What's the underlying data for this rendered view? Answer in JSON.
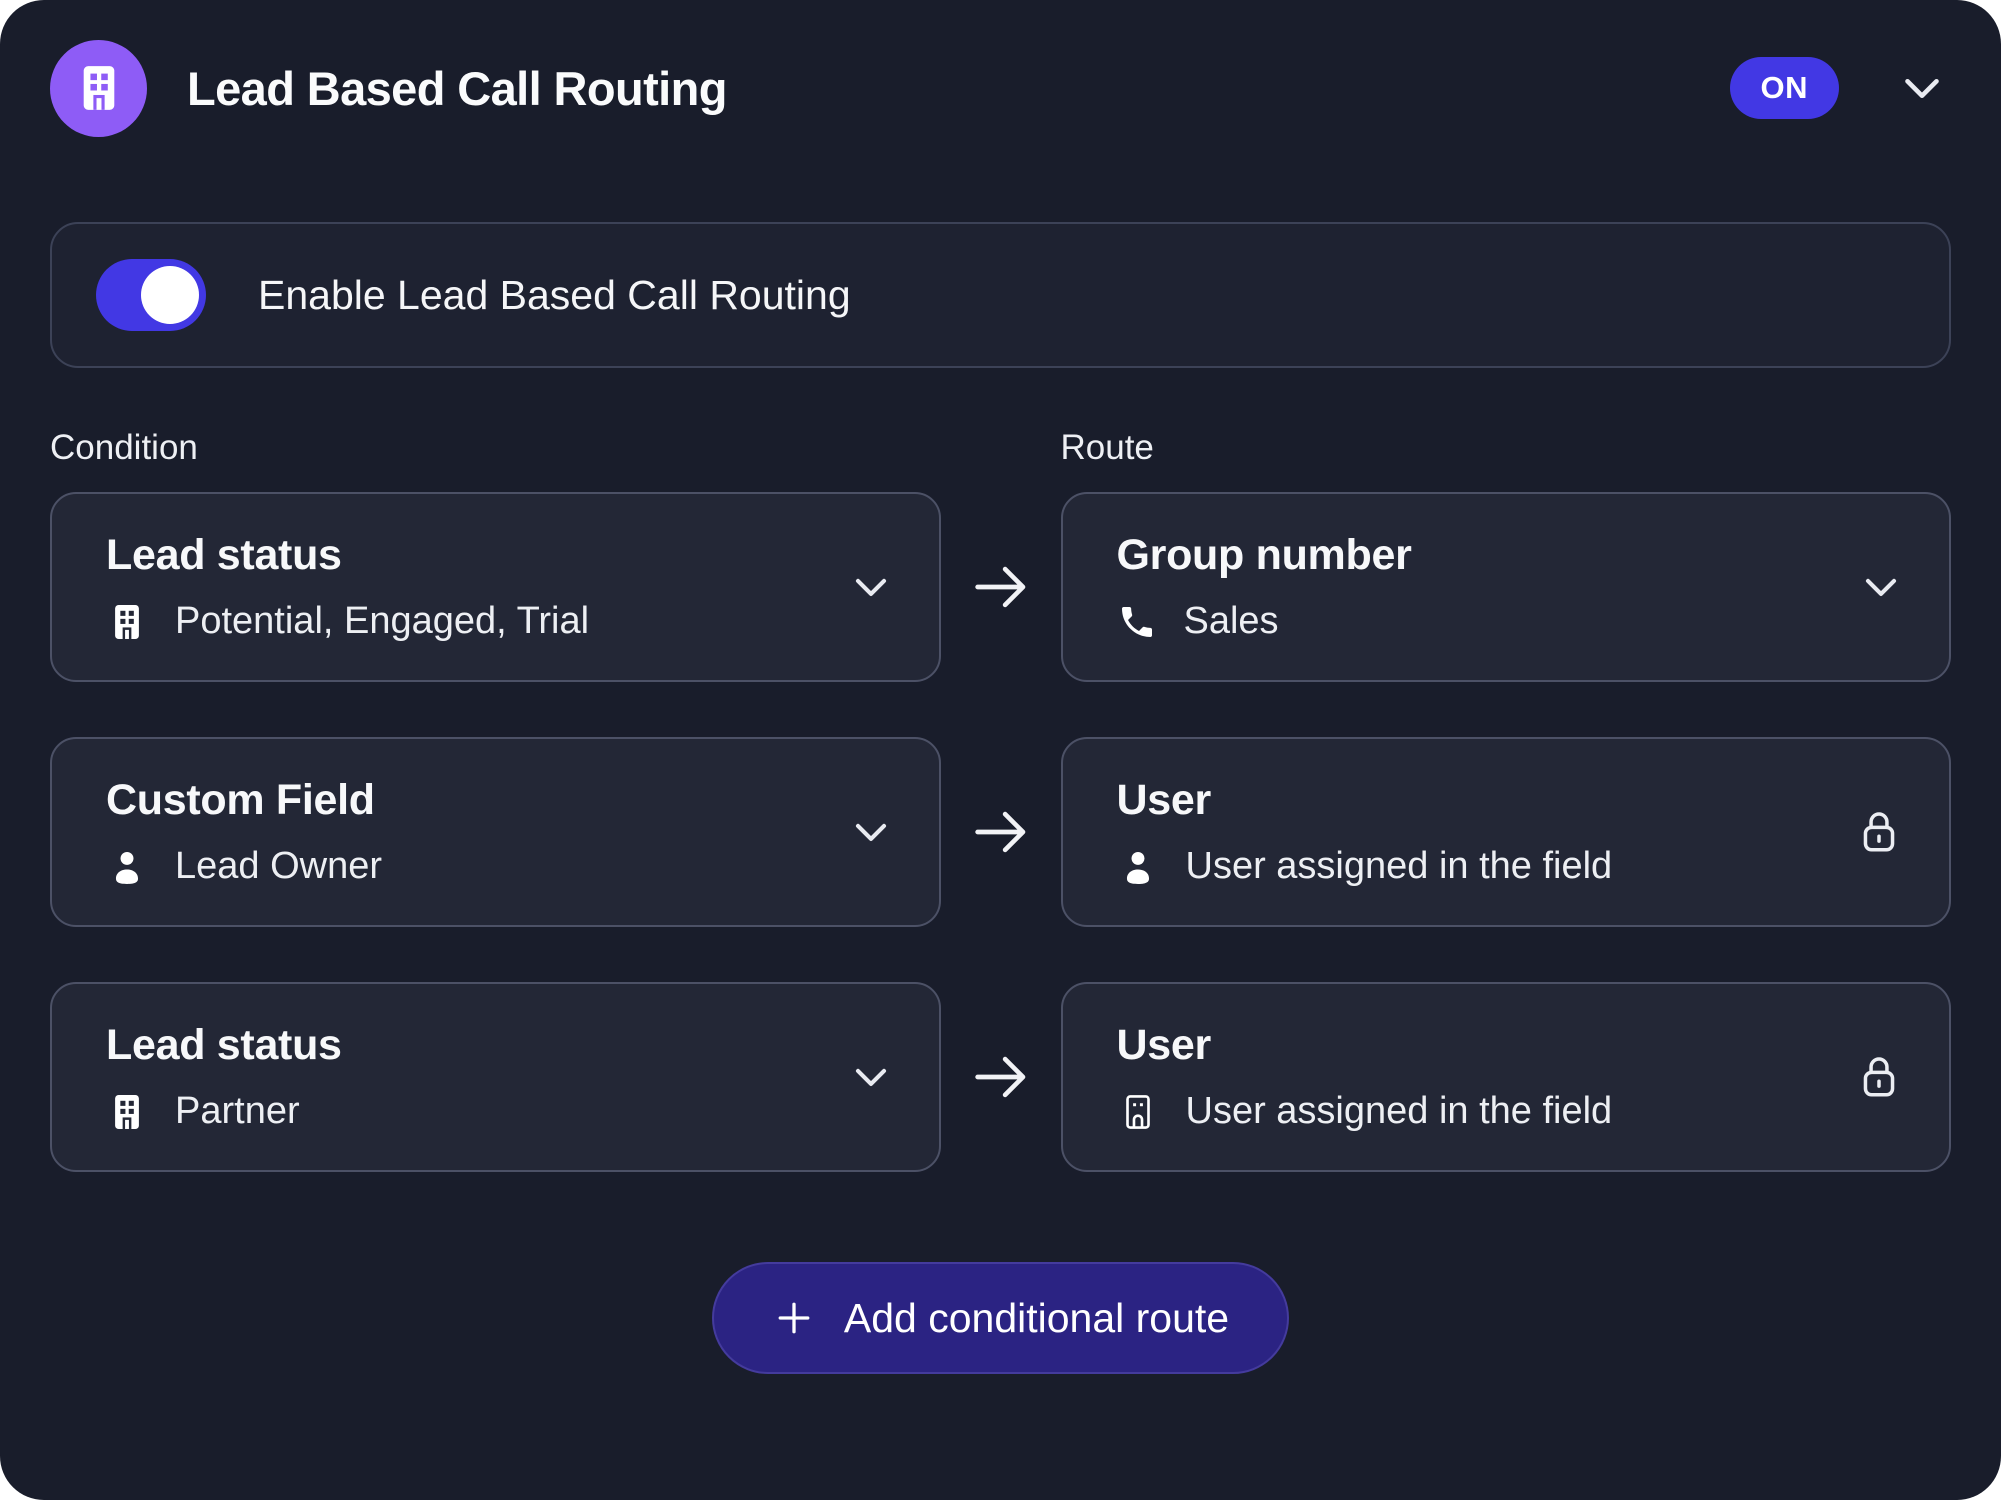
{
  "header": {
    "title": "Lead Based Call Routing",
    "status_badge": "ON",
    "avatar_icon": "building-icon",
    "collapse_icon": "chevron-down-icon"
  },
  "toggle": {
    "label": "Enable Lead Based Call Routing",
    "state": "on"
  },
  "columns": {
    "condition_label": "Condition",
    "route_label": "Route"
  },
  "rows": [
    {
      "condition": {
        "title": "Lead status",
        "icon": "building-icon",
        "value": "Potential, Engaged, Trial",
        "control": "chevron-down-icon"
      },
      "route": {
        "title": "Group number",
        "icon": "phone-icon",
        "value": "Sales",
        "control": "chevron-down-icon"
      }
    },
    {
      "condition": {
        "title": "Custom Field",
        "icon": "person-icon",
        "value": "Lead Owner",
        "control": "chevron-down-icon"
      },
      "route": {
        "title": "User",
        "icon": "person-icon",
        "value": "User assigned in the field",
        "control": "lock-icon"
      }
    },
    {
      "condition": {
        "title": "Lead status",
        "icon": "building-icon",
        "value": "Partner",
        "control": "chevron-down-icon"
      },
      "route": {
        "title": "User",
        "icon": "building-outline-icon",
        "value": "User assigned in the field",
        "control": "lock-icon"
      }
    }
  ],
  "footer": {
    "add_button_label": "Add conditional route",
    "add_button_icon": "plus-icon"
  },
  "colors": {
    "card_bg": "#191d2b",
    "box_bg": "#232736",
    "box_border": "#4c5166",
    "accent": "#4238e4",
    "add_button_bg": "#2b2383",
    "avatar_bg": "#8e5cf6"
  }
}
